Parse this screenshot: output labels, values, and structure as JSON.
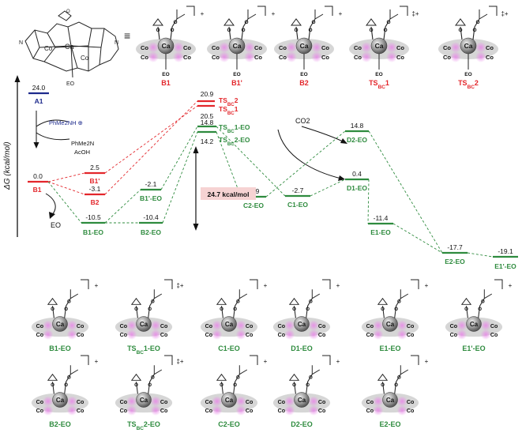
{
  "colors": {
    "red": "#e3262b",
    "green": "#2e8b3e",
    "blue": "#1d2a8c",
    "black": "#111111",
    "pink_fill": "#f6d3d3",
    "co_halo": "#d35fd3",
    "disk": "#c8c8c8"
  },
  "axis": {
    "label": "ΔG (kcal/mol)"
  },
  "top_structures": [
    {
      "label": "B1",
      "sup": "",
      "sub": "",
      "tail": "",
      "charge": "+",
      "color_key": "red"
    },
    {
      "label": "B1'",
      "sup": "",
      "sub": "",
      "tail": "",
      "charge": "+",
      "color_key": "red"
    },
    {
      "label": "B2",
      "sup": "",
      "sub": "",
      "tail": "",
      "charge": "+",
      "color_key": "red"
    },
    {
      "label": "TS",
      "sup": "",
      "sub": "BC",
      "tail": "1",
      "charge": "‡+",
      "color_key": "red"
    },
    {
      "label": "TS",
      "sup": "",
      "sub": "BC",
      "tail": "2",
      "charge": "‡+",
      "color_key": "red"
    }
  ],
  "structure_atoms": {
    "ca": "Ca",
    "co": "Co",
    "eo": "EO",
    "o": "O",
    "n": "N"
  },
  "equiv_symbol": "≡",
  "reagents": {
    "amine": "PhMe2NH ⊕",
    "products_line1": "PhMe2N",
    "products_line2": "AcOH",
    "eo": "EO",
    "co2": "CO2"
  },
  "barrier_label": "24.7 kcal/mol",
  "levels": [
    {
      "id": "A1",
      "value": "24.0",
      "name": "A1",
      "color_key": "blue"
    },
    {
      "id": "B1",
      "value": "0.0",
      "name": "B1",
      "color_key": "red"
    },
    {
      "id": "B1p",
      "value": "2.5",
      "name": "B1'",
      "color_key": "red"
    },
    {
      "id": "B2",
      "value": "-3.1",
      "name": "B2",
      "color_key": "red"
    },
    {
      "id": "TSBC2",
      "value": "20.9",
      "name": "TS",
      "sub": "BC",
      "tail": "2",
      "color_key": "red"
    },
    {
      "id": "TSBC1",
      "value": "20.5",
      "name": "TS",
      "sub": "BC",
      "tail": "1",
      "color_key": "red"
    },
    {
      "id": "B1EO",
      "value": "-10.5",
      "name": "B1-EO",
      "color_key": "green"
    },
    {
      "id": "B2EO",
      "value": "-10.4",
      "name": "B2-EO",
      "color_key": "green"
    },
    {
      "id": "B1pEO",
      "value": "-2.1",
      "name": "B1'-EO",
      "color_key": "green"
    },
    {
      "id": "TSBC1EO",
      "value": "14.8",
      "name": "TS",
      "sub": "BC",
      "tail": "1-EO",
      "color_key": "green"
    },
    {
      "id": "TSBC2EO",
      "value": "14.2",
      "name": "TS",
      "sub": "BC",
      "tail": "2-EO",
      "color_key": "green"
    },
    {
      "id": "C2EO",
      "value": "-2.9",
      "name": "C2-EO",
      "color_key": "green"
    },
    {
      "id": "C1EO",
      "value": "-2.7",
      "name": "C1-EO",
      "color_key": "green"
    },
    {
      "id": "D2EO",
      "value": "14.8",
      "name": "D2-EO",
      "color_key": "green"
    },
    {
      "id": "D1EO",
      "value": "0.4",
      "name": "D1-EO",
      "color_key": "green"
    },
    {
      "id": "E1EO",
      "value": "-11.4",
      "name": "E1-EO",
      "color_key": "green"
    },
    {
      "id": "E2EO",
      "value": "-17.7",
      "name": "E2-EO",
      "color_key": "green"
    },
    {
      "id": "E1pEO",
      "value": "-19.1",
      "name": "E1'-EO",
      "color_key": "green"
    }
  ],
  "connections": [
    {
      "from": "B1",
      "to": "B1p",
      "color_key": "red"
    },
    {
      "from": "B1",
      "to": "B2",
      "color_key": "red"
    },
    {
      "from": "B1p",
      "to": "TSBC1",
      "color_key": "red"
    },
    {
      "from": "B2",
      "to": "TSBC2",
      "color_key": "red"
    },
    {
      "from": "B1",
      "to": "B1EO",
      "color_key": "green"
    },
    {
      "from": "B1EO",
      "to": "B1pEO",
      "color_key": "green"
    },
    {
      "from": "B1EO",
      "to": "B2EO",
      "color_key": "green"
    },
    {
      "from": "B1pEO",
      "to": "TSBC1EO",
      "color_key": "green"
    },
    {
      "from": "B2EO",
      "to": "TSBC2EO",
      "color_key": "green"
    },
    {
      "from": "TSBC1EO",
      "to": "C1EO",
      "color_key": "green"
    },
    {
      "from": "TSBC2EO",
      "to": "C2EO",
      "color_key": "green"
    },
    {
      "from": "C2EO",
      "to": "D2EO",
      "color_key": "green"
    },
    {
      "from": "C1EO",
      "to": "D1EO",
      "color_key": "green"
    },
    {
      "from": "D2EO",
      "to": "E2EO",
      "color_key": "green"
    },
    {
      "from": "D1EO",
      "to": "E1EO",
      "color_key": "green"
    },
    {
      "from": "E1EO",
      "to": "E2EO",
      "color_key": "green"
    },
    {
      "from": "E2EO",
      "to": "E1pEO",
      "color_key": "green"
    }
  ],
  "bottom_structures_row1": [
    {
      "label": "B1-EO",
      "sub": "",
      "charge": "+"
    },
    {
      "label": "TS",
      "sub": "BC",
      "tail": "1-EO",
      "charge": "‡+"
    },
    {
      "label": "C1-EO",
      "sub": "",
      "charge": "+"
    },
    {
      "label": "D1-EO",
      "sub": "",
      "charge": "+"
    },
    {
      "label": "E1-EO",
      "sub": "",
      "charge": "+"
    },
    {
      "label": "E1'-EO",
      "sub": "",
      "charge": "+"
    }
  ],
  "bottom_structures_row2": [
    {
      "label": "B2-EO",
      "sub": "",
      "charge": "+"
    },
    {
      "label": "TS",
      "sub": "BC",
      "tail": "2-EO",
      "charge": "‡+"
    },
    {
      "label": "C2-EO",
      "sub": "",
      "charge": "+"
    },
    {
      "label": "D2-EO",
      "sub": "",
      "charge": "+"
    },
    {
      "label": "E2-EO",
      "sub": "",
      "charge": "+"
    }
  ]
}
